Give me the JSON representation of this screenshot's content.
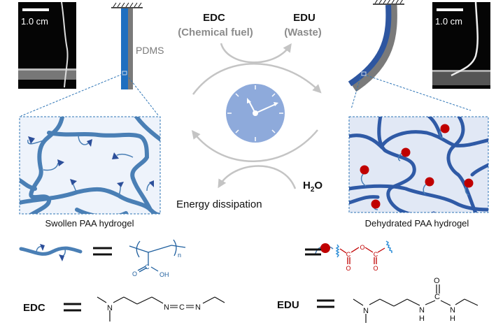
{
  "photo_left": {
    "scale_label": "1.0 cm"
  },
  "photo_right": {
    "scale_label": "1.0 cm"
  },
  "strip": {
    "pdms_label": "PDMS"
  },
  "cycle": {
    "fuel_name": "EDC",
    "fuel_desc": "(Chemical fuel)",
    "waste_name": "EDU",
    "waste_desc": "(Waste)",
    "water_label_main": "H",
    "water_label_sub": "2",
    "water_label_end": "O",
    "dissipation_label": "Energy dissipation"
  },
  "panels": {
    "swollen_label": "Swollen PAA hydrogel",
    "dehydrated_label": "Dehydrated PAA hydrogel"
  },
  "legend": {
    "paa_unit": {
      "sub": "n",
      "carbonyl_o": "O",
      "carbon": "C",
      "hydroxyl": "OH"
    },
    "anhydride": {
      "c1": "C",
      "o_bridge": "O",
      "c2": "C",
      "o1": "O",
      "o2": "O"
    }
  },
  "molecules": {
    "edc": {
      "label": "EDC",
      "n1": "N",
      "n2": "N",
      "c": "C",
      "n3": "N"
    },
    "edu": {
      "label": "EDU",
      "n1": "N",
      "n2": "N",
      "h2": "H",
      "c": "C",
      "o": "O",
      "n3": "N",
      "h3": "H"
    }
  },
  "colors": {
    "strip_blue_swollen": "#1f6fc0",
    "strip_blue_dehydrated": "#2e56a0",
    "pdms_gray": "#7a7a7a",
    "arrow_gray": "#c4c4c4",
    "clock_fill": "#8eaadb",
    "chain_swollen": "#4a7fb5",
    "chain_dehydrated": "#2f5aa6",
    "panel_swollen_bg": "#eef3fb",
    "panel_dehydrated_bg": "#e1e8f5",
    "crosslink_red": "#c00000",
    "carboxyl_tip": "#2c4f9a",
    "dash_blue": "#2e75b6",
    "anhydride_red": "#c00000",
    "squiggle_blue": "#2f8fd8",
    "paa_struct_blue": "#1f5f9e"
  }
}
